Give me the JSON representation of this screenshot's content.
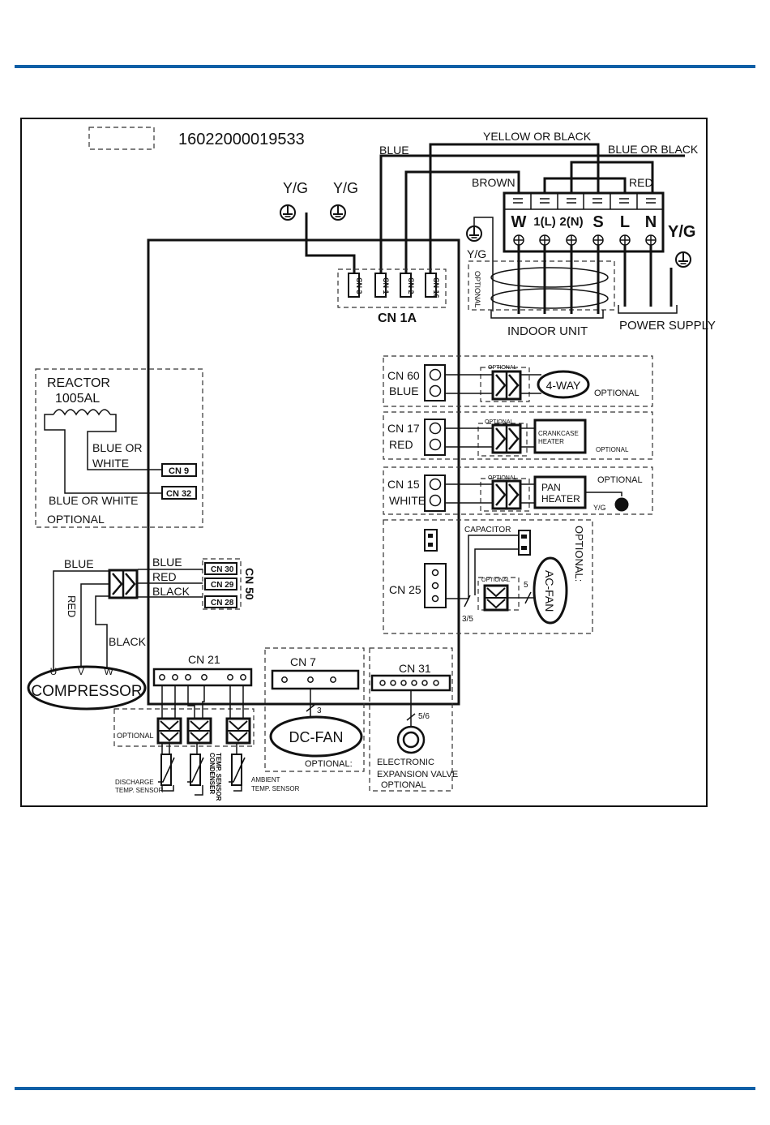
{
  "page": {
    "rule_color": "#0d5fa6"
  },
  "header": {
    "part_number": "16022000019533"
  },
  "wires": {
    "yellow_or_black": "YELLOW OR BLACK",
    "blue": "BLUE",
    "blue_or_black": "BLUE OR BLACK",
    "brown": "BROWN",
    "red": "RED",
    "yg": "Y/G"
  },
  "terminal_block": {
    "labels": [
      "W",
      "1(L)",
      "2(N)",
      "S",
      "L",
      "N"
    ]
  },
  "cn1a": {
    "label": "CN 1A",
    "pins": [
      "CN 3",
      "CN 1",
      "CN 2",
      "CN 16"
    ]
  },
  "groups": {
    "indoor_unit": "INDOOR UNIT",
    "power_supply": "POWER SUPPLY",
    "optional": "OPTIONAL",
    "optional_colon": "OPTIONAL:"
  },
  "reactor": {
    "title": "REACTOR",
    "model": "1005AL",
    "wire1_line1": "BLUE OR",
    "wire1_line2": "WHITE",
    "wire2": "BLUE OR WHITE",
    "cn9": "CN 9",
    "cn32": "CN 32"
  },
  "cn60": {
    "label": "CN 60",
    "color": "BLUE",
    "load": "4-WAY"
  },
  "cn17": {
    "label": "CN 17",
    "color": "RED",
    "load_line1": "CRANKCASE",
    "load_line2": "HEATER"
  },
  "cn15": {
    "label": "CN 15",
    "color": "WHITE",
    "load_line1": "PAN",
    "load_line2": "HEATER",
    "ground": "Y/G"
  },
  "cn25": {
    "label": "CN 25",
    "capacitor": "CAPACITOR",
    "load": "AC-FAN",
    "wire_count_a": "5",
    "wire_count_b": "3/5"
  },
  "compressor": {
    "label": "COMPRESSOR",
    "u": "U",
    "v": "V",
    "w": "W",
    "blue": "BLUE",
    "red": "RED",
    "black": "BLACK",
    "cn50": "CN 50",
    "cn30": "CN 30",
    "cn29": "CN 29",
    "cn28": "CN 28"
  },
  "cn21": {
    "label": "CN 21",
    "sensor1_line1": "DISCHARGE",
    "sensor1_line2": "TEMP. SENSOR",
    "sensor2_line1": "CONDENSER",
    "sensor2_line2": "TEMP. SENSOR",
    "sensor3_line1": "AMBIENT",
    "sensor3_line2": "TEMP. SENSOR"
  },
  "cn7": {
    "label": "CN 7",
    "load": "DC-FAN",
    "wire_count": "3"
  },
  "cn31": {
    "label": "CN 31",
    "wire_count": "5/6",
    "load_line1": "ELECTRONIC",
    "load_line2": "EXPANSION VALVE"
  }
}
